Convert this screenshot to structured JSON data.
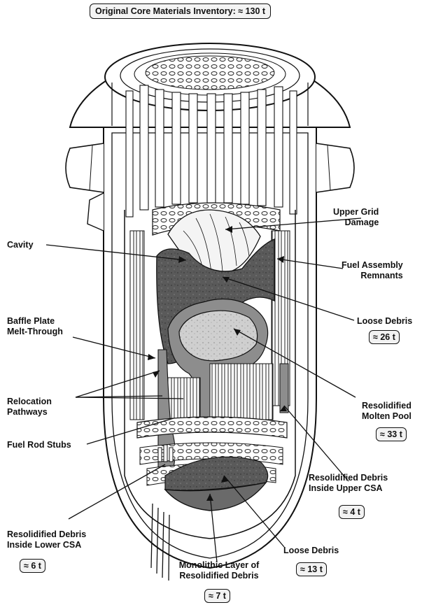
{
  "header": {
    "prefix": "Original Core Materials Inventory:",
    "value": "≈ 130 t"
  },
  "labels": {
    "upper_grid_damage": [
      "Upper Grid",
      "Damage"
    ],
    "cavity": "Cavity",
    "fuel_assembly_remnants": [
      "Fuel Assembly",
      "Remnants"
    ],
    "baffle_plate": [
      "Baffle Plate",
      "Melt-Through"
    ],
    "loose_debris_upper": "Loose Debris",
    "relocation_pathways": [
      "Relocation",
      "Pathways"
    ],
    "resolidified_molten_pool": [
      "Resolidified",
      "Molten Pool"
    ],
    "fuel_rod_stubs": "Fuel Rod Stubs",
    "resolidified_upper_csa": [
      "Resolidified Debris",
      "Inside Upper CSA"
    ],
    "resolidified_lower_csa": [
      "Resolidified Debris",
      "Inside Lower CSA"
    ],
    "loose_debris_lower": "Loose Debris",
    "monolithic_layer": [
      "Monolithic Layer of",
      "Resolidified Debris"
    ]
  },
  "masses": {
    "loose_debris_upper": "≈ 26 t",
    "molten_pool": "≈ 33 t",
    "upper_csa": "≈ 4 t",
    "lower_csa": "≈ 6 t",
    "loose_debris_lower": "≈ 13 t",
    "monolithic_layer": "≈ 7 t"
  },
  "colors": {
    "ink": "#111111",
    "dark_debris": "#555555",
    "light_debris": "#c8c8c8",
    "mid_debris": "#8a8a8a",
    "vessel": "#ffffff"
  }
}
